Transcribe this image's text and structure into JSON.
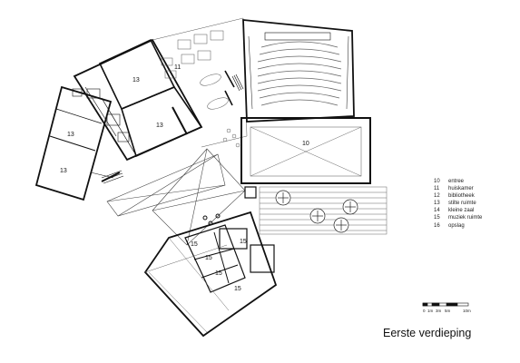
{
  "rooms": {
    "r13a": "13",
    "r13b": "13",
    "r13c": "13",
    "r13d": "13",
    "r11": "11",
    "r10": "10",
    "r15a": "15",
    "r15b": "15",
    "r15c": "15",
    "r15d": "15",
    "r15e": "15"
  },
  "legend": [
    {
      "num": "10",
      "label": "entree"
    },
    {
      "num": "11",
      "label": "huiskamer"
    },
    {
      "num": "12",
      "label": "bibliotheek"
    },
    {
      "num": "13",
      "label": "stilte ruimte"
    },
    {
      "num": "14",
      "label": "kleine zaal"
    },
    {
      "num": "15",
      "label": "muziek ruimte"
    },
    {
      "num": "16",
      "label": "opslag"
    }
  ],
  "scale": {
    "t0": "0",
    "t1": "1m",
    "t2": "3m",
    "t3": "5m",
    "t4": "10m"
  },
  "title": "Eerste verdieping"
}
